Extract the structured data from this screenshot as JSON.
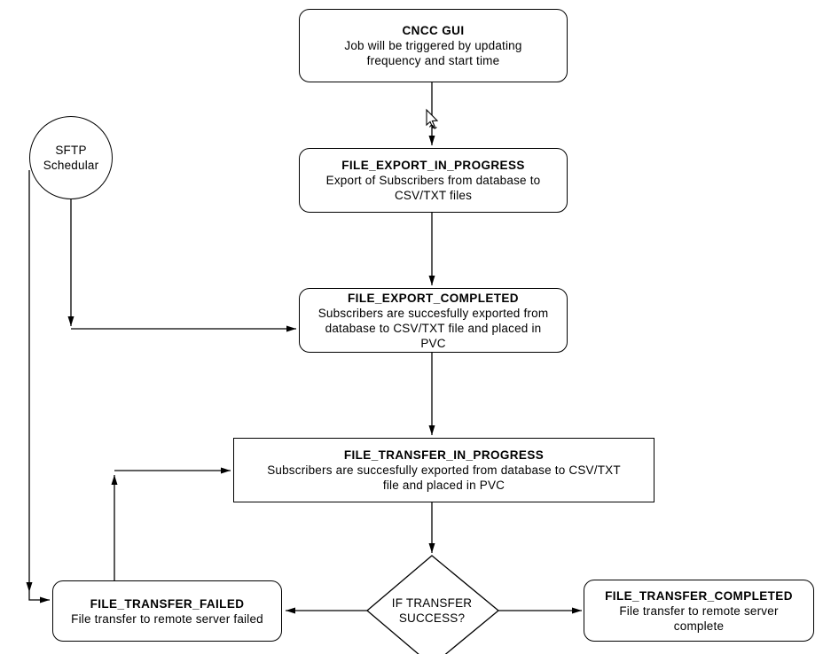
{
  "style": {
    "background_color": "#ffffff",
    "stroke_color": "#000000",
    "text_color": "#000000"
  },
  "nodes": {
    "cncc_gui": {
      "title": "CNCC GUI",
      "body": "Job will be triggered by updating\nfrequency and start time"
    },
    "sftp_schedular": {
      "label": "SFTP\nSchedular"
    },
    "file_export_in_progress": {
      "title": "FILE_EXPORT_IN_PROGRESS",
      "body": "Export of Subscribers from database to\nCSV/TXT files"
    },
    "file_export_completed": {
      "title": "FILE_EXPORT_COMPLETED",
      "body": "Subscribers are succesfully exported from\ndatabase to CSV/TXT file and placed in\nPVC"
    },
    "file_transfer_in_progress": {
      "title": "FILE_TRANSFER_IN_PROGRESS",
      "body": "Subscribers are succesfully exported from database to CSV/TXT\nfile and placed in PVC"
    },
    "decision": {
      "label": "IF TRANSFER\nSUCCESS?"
    },
    "file_transfer_failed": {
      "title": "FILE_TRANSFER_FAILED",
      "body": "File transfer to remote server failed"
    },
    "file_transfer_completed": {
      "title": "FILE_TRANSFER_COMPLETED",
      "body": "File transfer to remote server\ncomplete"
    }
  }
}
